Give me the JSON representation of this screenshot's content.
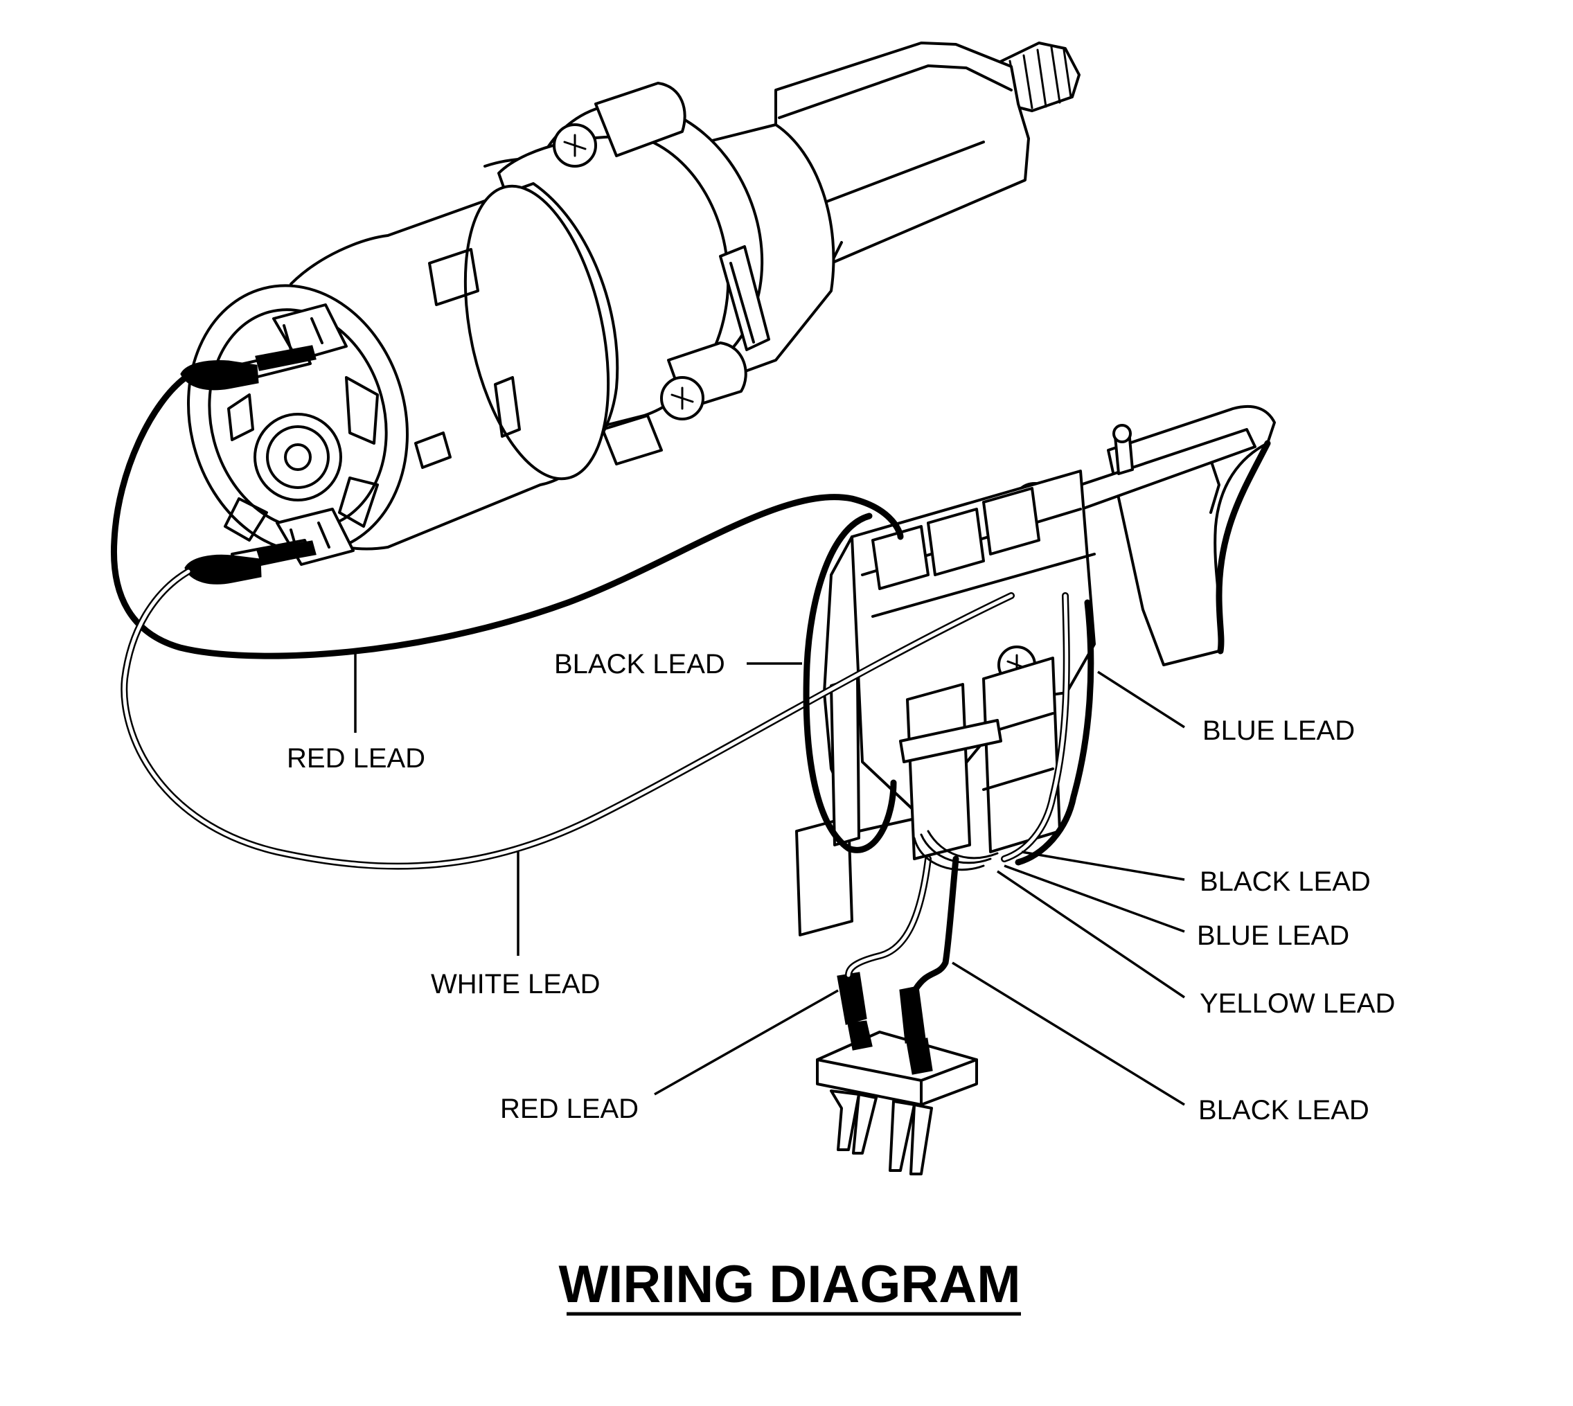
{
  "title": "WIRING DIAGRAM",
  "labels": {
    "black_lead_left": "BLACK LEAD",
    "red_lead_motor": "RED LEAD",
    "white_lead": "WHITE LEAD",
    "red_lead_terminal": "RED LEAD",
    "blue_lead_upper": "BLUE LEAD",
    "black_lead_right_upper": "BLACK LEAD",
    "blue_lead_lower": "BLUE LEAD",
    "yellow_lead": "YELLOW LEAD",
    "black_lead_right_lower": "BLACK LEAD"
  },
  "components": {
    "motor": "motor",
    "gear_case": "gear-case",
    "switch": "trigger-switch",
    "terminal_block": "battery-terminal-block"
  },
  "colors": {
    "ink": "#000000",
    "paper": "#ffffff"
  }
}
